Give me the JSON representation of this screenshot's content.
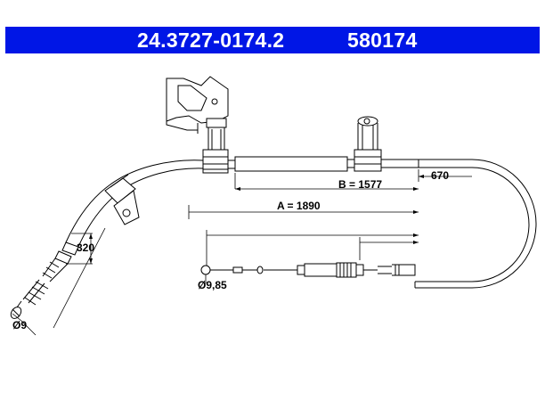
{
  "header": {
    "part_number": "24.3727-0174.2",
    "ref_number": "580174",
    "background": "#0016e6",
    "text_color": "#ffffff"
  },
  "dimensions": {
    "b": "B = 1577",
    "a": "A = 1890",
    "seg_670": "670",
    "seg_320": "320",
    "dia_left": "Ø9",
    "dia_right": "Ø9,85"
  }
}
